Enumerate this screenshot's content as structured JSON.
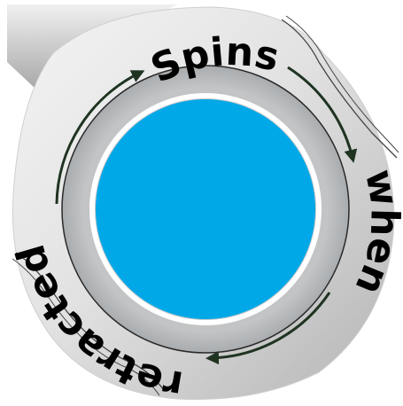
{
  "words": {
    "top": "Spins",
    "right": "when",
    "left": "retracted"
  },
  "colors": {
    "center_fill": "#00a8e8",
    "inner_ring": "#b9bcbe",
    "housing_light": "#eeeeee",
    "housing_dark": "#a9a9a9",
    "arrow": "#1f3321",
    "text": "#000000"
  },
  "icons": [
    "circular-arrow-icon"
  ]
}
